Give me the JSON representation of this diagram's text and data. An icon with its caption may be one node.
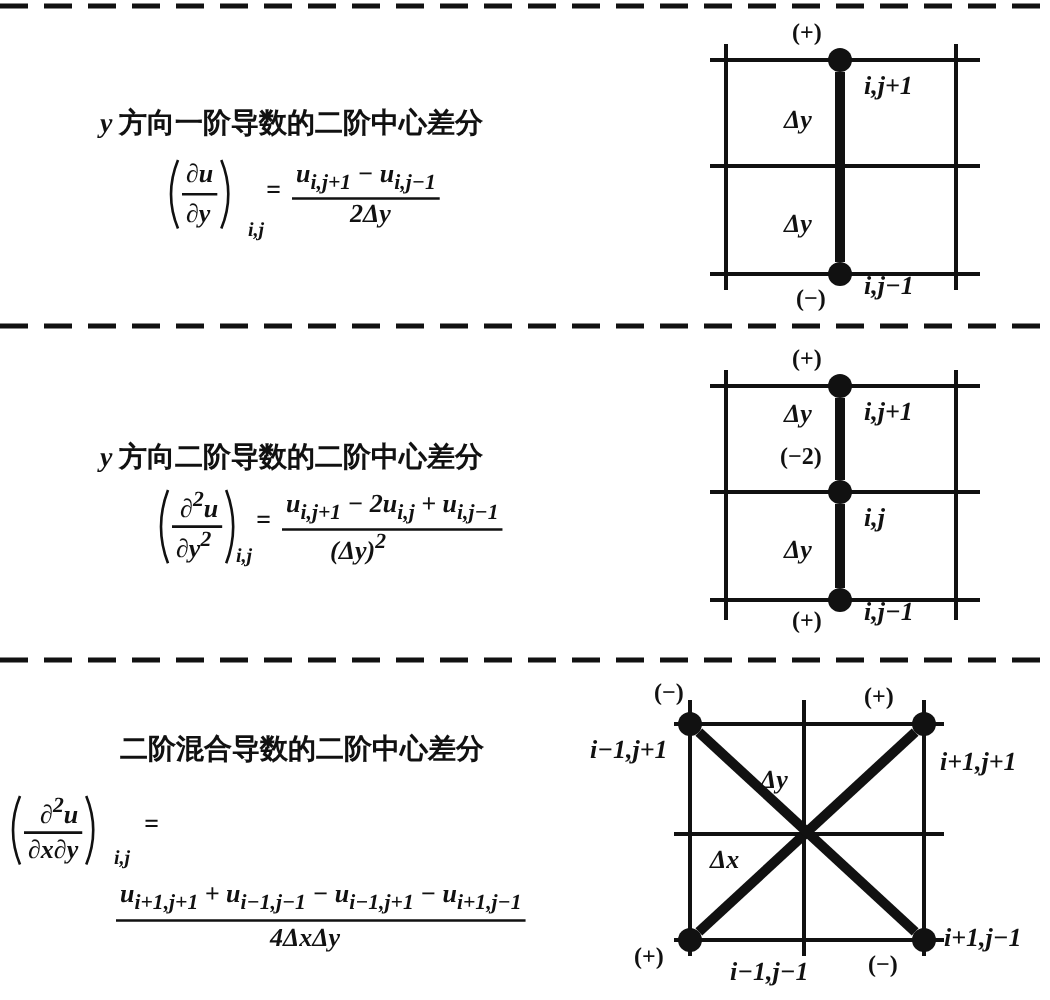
{
  "diagram": {
    "nodes": [
      {
        "text": [
          "i,j+1"
        ],
        "beside": [
          "(+)"
        ]
      },
      {
        "text": [
          "i,j−1"
        ],
        "beside": [
          "(−)"
        ]
      },
      {
        "text": [
          "i,j+1"
        ],
        "beside": [
          "(+)"
        ]
      },
      {
        "text": [
          "i,j"
        ],
        "beside": [
          "(−2)"
        ]
      },
      {
        "text": [
          "i,j−1"
        ],
        "beside": [
          "(+)"
        ]
      },
      {
        "text": [
          "i−1,j+1"
        ],
        "beside": [
          "(−)"
        ]
      },
      {
        "text": [
          "i+1,j+1"
        ],
        "beside": [
          "(+)"
        ]
      },
      {
        "text": [
          "i−1,j−1"
        ],
        "beside": [
          "(+)"
        ]
      },
      {
        "text": [
          "i+1,j−1"
        ],
        "beside": [
          "(−)"
        ]
      }
    ],
    "edges": [
      {
        "from": 0,
        "to": 1,
        "arrow": "none"
      },
      {
        "from": 2,
        "to": 3,
        "arrow": "none"
      },
      {
        "from": 3,
        "to": 4,
        "arrow": "none"
      },
      {
        "from": 7,
        "to": 6,
        "arrow": "none"
      },
      {
        "from": 5,
        "to": 8,
        "arrow": "none"
      }
    ],
    "labels": [
      "*y* 方向一阶导数的二阶中心差分",
      "∂u",
      "∂y",
      "i,j",
      "=",
      "u$_{i,j+1}$ − u$_{i,j−1}$",
      "2Δy",
      "Δy",
      "Δy",
      "*y* 方向二阶导数的二阶中心差分",
      "∂$^{2}$u",
      "∂y$^{2}$",
      "i,j",
      "=",
      "u$_{i,j+1}$ − 2u$_{i,j}$ + u$_{i,j−1}$",
      "(Δy)$^{2}$",
      "Δy",
      "Δy",
      "二阶混合导数的二阶中心差分",
      "∂$^{2}$u",
      "∂x∂y",
      "i,j",
      "=",
      "u$_{i+1,j+1}$ + u$_{i−1,j−1}$ − u$_{i−1,j+1}$ − u$_{i+1,j−1}$",
      "4ΔxΔy",
      "Δy",
      "Δx"
    ]
  }
}
